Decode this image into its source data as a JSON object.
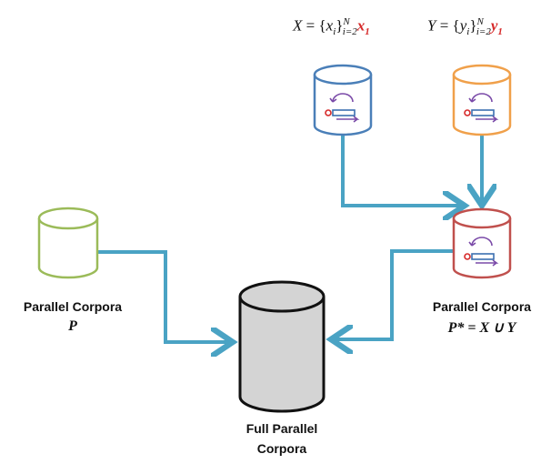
{
  "formulas": {
    "x_set": {
      "lhs": "X",
      "eq": " = {",
      "var": "x",
      "idx": "i",
      "close": "}",
      "sup": "N",
      "sub": "i=2",
      "extra": "x",
      "extra_sub": "1"
    },
    "y_set": {
      "lhs": "Y",
      "eq": " = {",
      "var": "y",
      "idx": "i",
      "close": "}",
      "sup": "N",
      "sub": "i=2",
      "extra": "y",
      "extra_sub": "1"
    }
  },
  "nodes": {
    "parallel_left": {
      "title": "Parallel Corpora",
      "symbol": "P"
    },
    "parallel_right": {
      "title": "Parallel Corpora",
      "symbol": "P* = X ∪ Y"
    },
    "full": {
      "line1": "Full Parallel",
      "line2": "Corpora"
    }
  },
  "colors": {
    "arrow": "#4aa3c4",
    "blue_db": "#4a7fb8",
    "orange_db": "#f0a04a",
    "green_db": "#9bbb59",
    "red_db": "#c0504d",
    "gray_db": "#d4d4d4",
    "icon": "#7a4aa8"
  }
}
